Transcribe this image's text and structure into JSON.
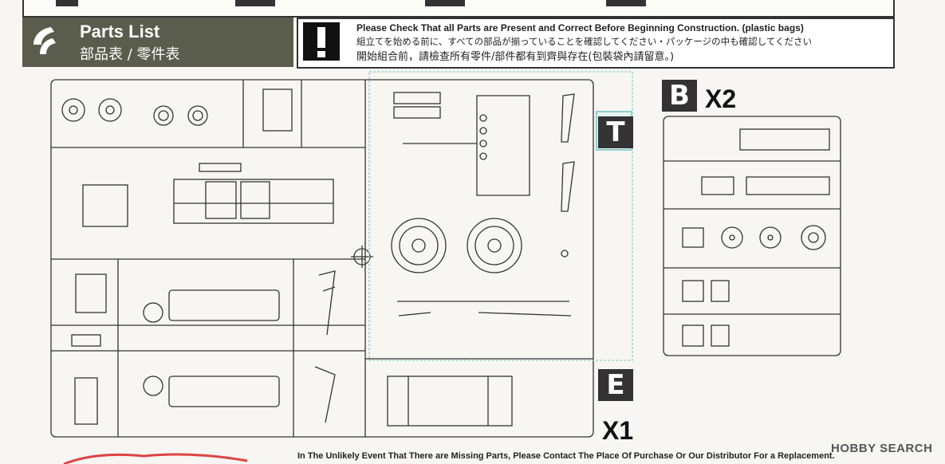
{
  "header": {
    "title": "Parts List",
    "subtitle": "部品表 / 零件表",
    "notice_en": "Please Check That all Parts are Present and Correct Before Beginning Construction. (plastic bags)",
    "notice_jp": "組立てを始める前に、すべての部品が揃っていることを確認してください・パッケージの中も確認してください",
    "notice_cn": "開始組合前，請檢查所有零件/部件都有到齊與存在(包裝袋內請留意。)",
    "warning_icon": "exclamation-icon"
  },
  "sprues": {
    "t_label": "T",
    "b_label": "B",
    "b_multiplier": "X2",
    "e_label": "E",
    "e_multiplier": "X1"
  },
  "footer": {
    "missing_parts": "In The Unlikely Event That There are Missing Parts, Please Contact The Place Of Purchase Or Our Distributor For a Replacement."
  },
  "watermark": "HOBBY SEARCH",
  "colors": {
    "header_bg": "#5a5c4d",
    "badge_bg": "#333333",
    "t_frame": "#8fcfcf"
  }
}
